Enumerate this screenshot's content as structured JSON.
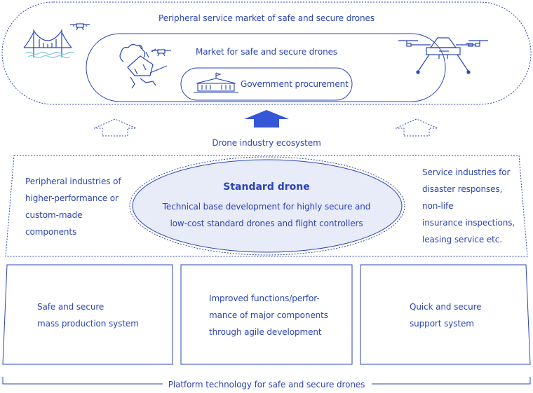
{
  "markets": {
    "outer": "Peripheral service market of safe and secure drones",
    "middle": "Market for safe and secure drones",
    "inner": "Government procurement"
  },
  "ecosystem_label": "Drone industry ecosystem",
  "center": {
    "title": "Standard drone",
    "line1": "Technical base development for highly secure and",
    "line2": "low-cost standard drones and flight controllers"
  },
  "left_side": [
    "Peripheral industries of",
    "higher-performance or",
    "custom-made",
    "components"
  ],
  "right_side": [
    "Service industries for",
    "disaster responses,",
    "non-life",
    "insurance inspections,",
    "leasing service etc."
  ],
  "platform": {
    "label": "Platform technology for safe and secure drones",
    "boxes": [
      [
        "Safe and secure",
        "mass production system"
      ],
      [
        "Improved functions/perfor-",
        "mance of major components",
        "through agile development"
      ],
      [
        "Quick and secure",
        "support system"
      ]
    ]
  },
  "colors": {
    "primary": "#2b45b8",
    "fill": "#e8ebf8",
    "arrow": "#3556d6"
  },
  "icons": [
    "bridge-icon",
    "small-drone-icon",
    "disaster-icon",
    "quadcopter-icon",
    "government-building-icon"
  ]
}
